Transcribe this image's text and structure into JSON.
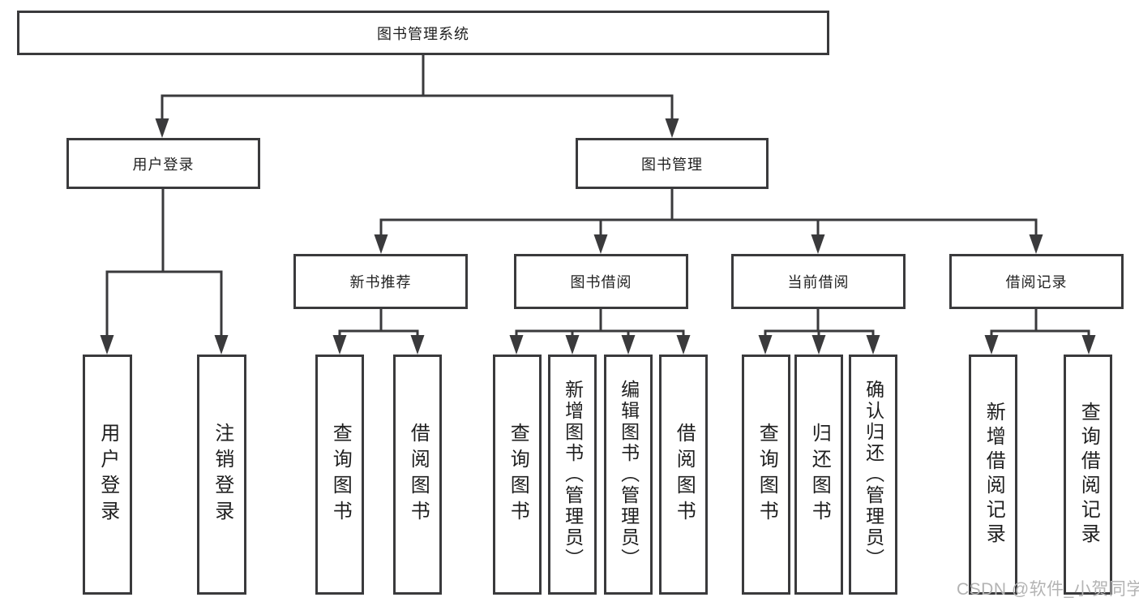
{
  "diagram": {
    "type": "tree",
    "colors": {
      "line": "#3a3a3c",
      "box_border": "#3a3a3c",
      "box_fill": "#ffffff",
      "text": "#1f1f1f",
      "watermark_text": "#b3b3b3",
      "background": "#ffffff"
    },
    "root": {
      "label": "图书管理系统"
    },
    "level2": [
      {
        "label": "用户登录",
        "parent": "图书管理系统"
      },
      {
        "label": "图书管理",
        "parent": "图书管理系统"
      }
    ],
    "level3": [
      {
        "label": "新书推荐",
        "parent": "图书管理"
      },
      {
        "label": "图书借阅",
        "parent": "图书管理"
      },
      {
        "label": "当前借阅",
        "parent": "图书管理"
      },
      {
        "label": "借阅记录",
        "parent": "图书管理"
      }
    ],
    "leaves": [
      {
        "label": "用户登录",
        "parent": "用户登录"
      },
      {
        "label": "注销登录",
        "parent": "用户登录"
      },
      {
        "label": "查询图书",
        "parent": "新书推荐"
      },
      {
        "label": "借阅图书",
        "parent": "新书推荐"
      },
      {
        "label": "查询图书",
        "parent": "图书借阅"
      },
      {
        "label": "新增图书（管理员）",
        "parent": "图书借阅"
      },
      {
        "label": "编辑图书（管理员）",
        "parent": "图书借阅"
      },
      {
        "label": "借阅图书",
        "parent": "图书借阅"
      },
      {
        "label": "查询图书",
        "parent": "当前借阅"
      },
      {
        "label": "归还图书",
        "parent": "当前借阅"
      },
      {
        "label": "确认归还（管理员）",
        "parent": "当前借阅"
      },
      {
        "label": "新增借阅记录",
        "parent": "借阅记录"
      },
      {
        "label": "查询借阅记录",
        "parent": "借阅记录"
      }
    ],
    "watermark": "CSDN @软件_小贺同学"
  }
}
